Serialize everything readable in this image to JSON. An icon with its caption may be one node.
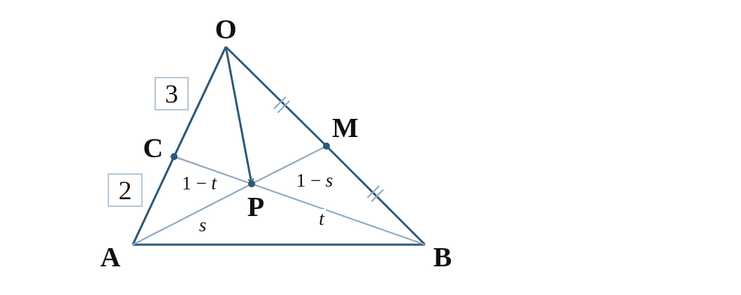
{
  "diagram": {
    "nodes": [
      {
        "text": [
          "O"
        ]
      },
      {
        "text": [
          "A"
        ]
      },
      {
        "text": [
          "B"
        ]
      },
      {
        "text": [
          "C"
        ]
      },
      {
        "text": [
          "M"
        ]
      },
      {
        "text": [
          "P"
        ]
      }
    ],
    "edges": [
      {
        "from": 0,
        "to": 3,
        "arrow": "none"
      },
      {
        "from": 3,
        "to": 1,
        "arrow": "none"
      },
      {
        "from": 0,
        "to": 4,
        "arrow": "none"
      },
      {
        "from": 4,
        "to": 2,
        "arrow": "none"
      },
      {
        "from": 1,
        "to": 2,
        "arrow": "none"
      },
      {
        "from": 0,
        "to": 5,
        "arrow": "to"
      },
      {
        "from": 3,
        "to": 5,
        "arrow": "none",
        "label": "1 − *t*",
        "color": "#8fa9c0"
      },
      {
        "from": 5,
        "to": 2,
        "arrow": "none",
        "label": "t",
        "color": "#8fa9c0"
      },
      {
        "from": 1,
        "to": 5,
        "arrow": "none",
        "label": "s",
        "color": "#8fa9c0"
      },
      {
        "from": 5,
        "to": 4,
        "arrow": "none",
        "label": "1 − *s*",
        "color": "#8fa9c0"
      }
    ],
    "labels": [
      "3",
      "2"
    ]
  }
}
